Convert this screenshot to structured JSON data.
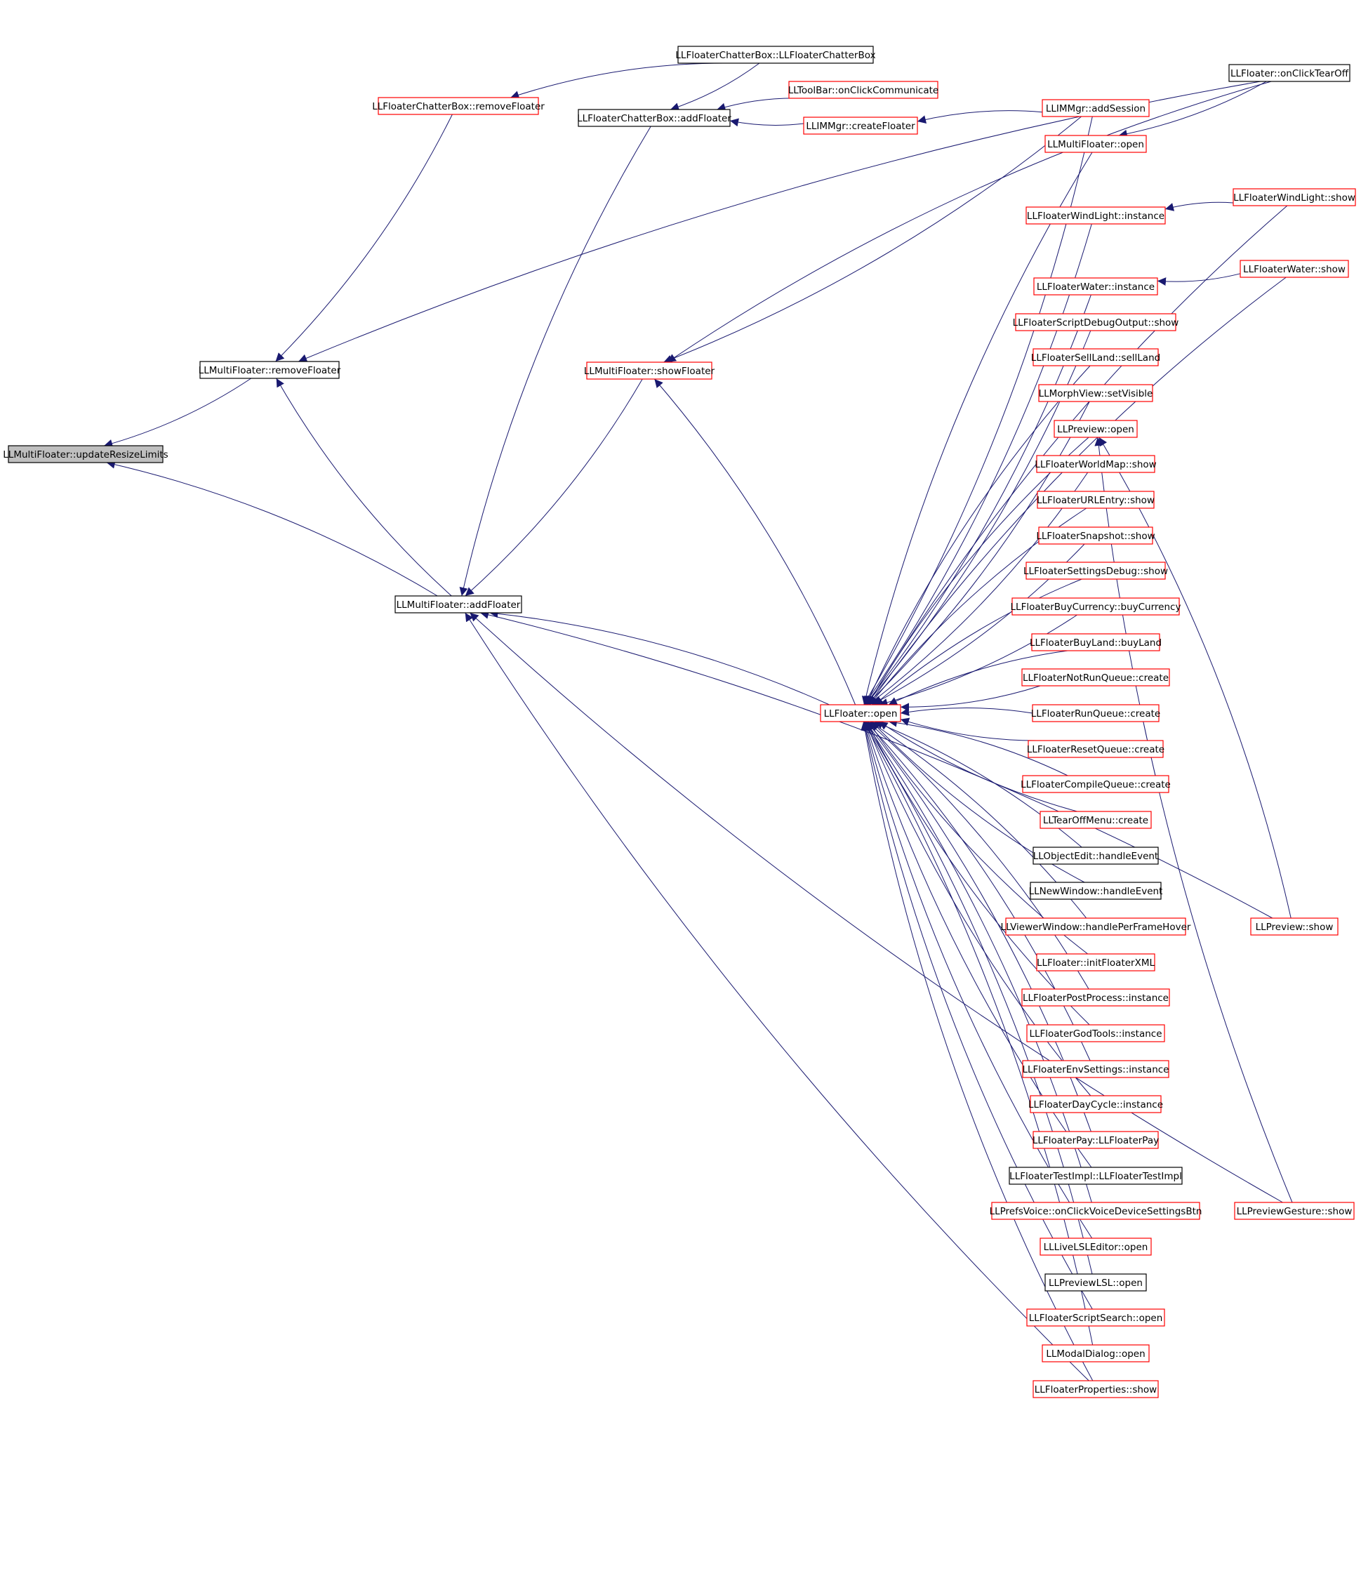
{
  "colors": {
    "edge": "#191970",
    "red_border": "#ff0000",
    "black_border": "#000000",
    "root_fill": "#bfbfbf"
  },
  "nodes": [
    {
      "id": "root",
      "label": "LLMultiFloater::updateResizeLimits",
      "border": "gray",
      "root": true
    },
    {
      "id": "mf_remove",
      "label": "LLMultiFloater::removeFloater",
      "border": "black"
    },
    {
      "id": "mf_add",
      "label": "LLMultiFloater::addFloater",
      "border": "black"
    },
    {
      "id": "mf_show",
      "label": "LLMultiFloater::showFloater",
      "border": "red"
    },
    {
      "id": "cb_remove",
      "label": "LLFloaterChatterBox::removeFloater",
      "border": "red"
    },
    {
      "id": "cb_ctor",
      "label": "LLFloaterChatterBox::LLFloaterChatterBox",
      "border": "black"
    },
    {
      "id": "cb_add",
      "label": "LLFloaterChatterBox::addFloater",
      "border": "black"
    },
    {
      "id": "tb_comm",
      "label": "LLToolBar::onClickCommunicate",
      "border": "red"
    },
    {
      "id": "im_create",
      "label": "LLIMMgr::createFloater",
      "border": "red"
    },
    {
      "id": "f_teartoff",
      "label": "LLFloater::onClickTearOff",
      "border": "black"
    },
    {
      "id": "im_session",
      "label": "LLIMMgr::addSession",
      "border": "red"
    },
    {
      "id": "mf_open",
      "label": "LLMultiFloater::open",
      "border": "red"
    },
    {
      "id": "wl_instance",
      "label": "LLFloaterWindLight::instance",
      "border": "red"
    },
    {
      "id": "wl_show",
      "label": "LLFloaterWindLight::show",
      "border": "red"
    },
    {
      "id": "water_instance",
      "label": "LLFloaterWater::instance",
      "border": "red"
    },
    {
      "id": "water_show",
      "label": "LLFloaterWater::show",
      "border": "red"
    },
    {
      "id": "sdo_show",
      "label": "LLFloaterScriptDebugOutput::show",
      "border": "red"
    },
    {
      "id": "sell_land",
      "label": "LLFloaterSellLand::sellLand",
      "border": "red"
    },
    {
      "id": "morph",
      "label": "LLMorphView::setVisible",
      "border": "red"
    },
    {
      "id": "preview_open",
      "label": "LLPreview::open",
      "border": "red"
    },
    {
      "id": "worldmap",
      "label": "LLFloaterWorldMap::show",
      "border": "red"
    },
    {
      "id": "url",
      "label": "LLFloaterURLEntry::show",
      "border": "red"
    },
    {
      "id": "snap",
      "label": "LLFloaterSnapshot::show",
      "border": "red"
    },
    {
      "id": "setdbg",
      "label": "LLFloaterSettingsDebug::show",
      "border": "red"
    },
    {
      "id": "buycur",
      "label": "LLFloaterBuyCurrency::buyCurrency",
      "border": "red"
    },
    {
      "id": "buyland",
      "label": "LLFloaterBuyLand::buyLand",
      "border": "red"
    },
    {
      "id": "notrun",
      "label": "LLFloaterNotRunQueue::create",
      "border": "red"
    },
    {
      "id": "f_open",
      "label": "LLFloater::open",
      "border": "red"
    },
    {
      "id": "runq",
      "label": "LLFloaterRunQueue::create",
      "border": "red"
    },
    {
      "id": "resetq",
      "label": "LLFloaterResetQueue::create",
      "border": "red"
    },
    {
      "id": "compq",
      "label": "LLFloaterCompileQueue::create",
      "border": "red"
    },
    {
      "id": "tearoff",
      "label": "LLTearOffMenu::create",
      "border": "red"
    },
    {
      "id": "objedit",
      "label": "LLObjectEdit::handleEvent",
      "border": "black"
    },
    {
      "id": "newwin",
      "label": "LLNewWindow::handleEvent",
      "border": "black"
    },
    {
      "id": "vwhover",
      "label": "LLViewerWindow::handlePerFrameHover",
      "border": "red"
    },
    {
      "id": "initxml",
      "label": "LLFloater::initFloaterXML",
      "border": "red"
    },
    {
      "id": "postproc",
      "label": "LLFloaterPostProcess::instance",
      "border": "red"
    },
    {
      "id": "godtools",
      "label": "LLFloaterGodTools::instance",
      "border": "red"
    },
    {
      "id": "envset",
      "label": "LLFloaterEnvSettings::instance",
      "border": "red"
    },
    {
      "id": "daycycle",
      "label": "LLFloaterDayCycle::instance",
      "border": "red"
    },
    {
      "id": "pay",
      "label": "LLFloaterPay::LLFloaterPay",
      "border": "red"
    },
    {
      "id": "testimpl",
      "label": "LLFloaterTestImpl::LLFloaterTestImpl",
      "border": "black"
    },
    {
      "id": "prefsvoice",
      "label": "LLPrefsVoice::onClickVoiceDeviceSettingsBtn",
      "border": "red"
    },
    {
      "id": "livelsl",
      "label": "LLLiveLSLEditor::open",
      "border": "red"
    },
    {
      "id": "prevlsl",
      "label": "LLPreviewLSL::open",
      "border": "black"
    },
    {
      "id": "scriptsearch",
      "label": "LLFloaterScriptSearch::open",
      "border": "red"
    },
    {
      "id": "modal",
      "label": "LLModalDialog::open",
      "border": "red"
    },
    {
      "id": "props",
      "label": "LLFloaterProperties::show",
      "border": "red"
    },
    {
      "id": "prev_show",
      "label": "LLPreview::show",
      "border": "red"
    },
    {
      "id": "gesture_show",
      "label": "LLPreviewGesture::show",
      "border": "red"
    }
  ],
  "edges": [
    [
      "mf_remove",
      "root"
    ],
    [
      "mf_add",
      "root"
    ],
    [
      "cb_remove",
      "mf_remove"
    ],
    [
      "f_teartoff",
      "mf_remove"
    ],
    [
      "mf_add",
      "mf_remove"
    ],
    [
      "cb_ctor",
      "cb_remove"
    ],
    [
      "cb_ctor",
      "cb_add"
    ],
    [
      "tb_comm",
      "cb_add"
    ],
    [
      "im_create",
      "cb_add"
    ],
    [
      "im_session",
      "im_create"
    ],
    [
      "f_teartoff",
      "mf_open"
    ],
    [
      "wl_show",
      "wl_instance"
    ],
    [
      "water_show",
      "water_instance"
    ],
    [
      "prev_show",
      "preview_open"
    ],
    [
      "gesture_show",
      "preview_open"
    ],
    [
      "cb_add",
      "mf_add"
    ],
    [
      "mf_show",
      "mf_add"
    ],
    [
      "f_open",
      "mf_add"
    ],
    [
      "props",
      "mf_add"
    ],
    [
      "prev_show",
      "mf_add"
    ],
    [
      "gesture_show",
      "mf_add"
    ],
    [
      "f_teartoff",
      "mf_show"
    ],
    [
      "im_session",
      "mf_show"
    ],
    [
      "f_open",
      "mf_show"
    ],
    [
      "im_session",
      "f_open"
    ],
    [
      "mf_open",
      "f_open"
    ],
    [
      "wl_instance",
      "f_open"
    ],
    [
      "wl_show",
      "f_open"
    ],
    [
      "water_instance",
      "f_open"
    ],
    [
      "water_show",
      "f_open"
    ],
    [
      "sdo_show",
      "f_open"
    ],
    [
      "sell_land",
      "f_open"
    ],
    [
      "morph",
      "f_open"
    ],
    [
      "preview_open",
      "f_open"
    ],
    [
      "worldmap",
      "f_open"
    ],
    [
      "url",
      "f_open"
    ],
    [
      "snap",
      "f_open"
    ],
    [
      "setdbg",
      "f_open"
    ],
    [
      "buycur",
      "f_open"
    ],
    [
      "buyland",
      "f_open"
    ],
    [
      "notrun",
      "f_open"
    ],
    [
      "runq",
      "f_open"
    ],
    [
      "resetq",
      "f_open"
    ],
    [
      "compq",
      "f_open"
    ],
    [
      "tearoff",
      "f_open"
    ],
    [
      "objedit",
      "f_open"
    ],
    [
      "newwin",
      "f_open"
    ],
    [
      "vwhover",
      "f_open"
    ],
    [
      "initxml",
      "f_open"
    ],
    [
      "postproc",
      "f_open"
    ],
    [
      "godtools",
      "f_open"
    ],
    [
      "envset",
      "f_open"
    ],
    [
      "daycycle",
      "f_open"
    ],
    [
      "pay",
      "f_open"
    ],
    [
      "testimpl",
      "f_open"
    ],
    [
      "prefsvoice",
      "f_open"
    ],
    [
      "livelsl",
      "f_open"
    ],
    [
      "prevlsl",
      "f_open"
    ],
    [
      "scriptsearch",
      "f_open"
    ],
    [
      "modal",
      "f_open"
    ],
    [
      "props",
      "f_open"
    ]
  ]
}
